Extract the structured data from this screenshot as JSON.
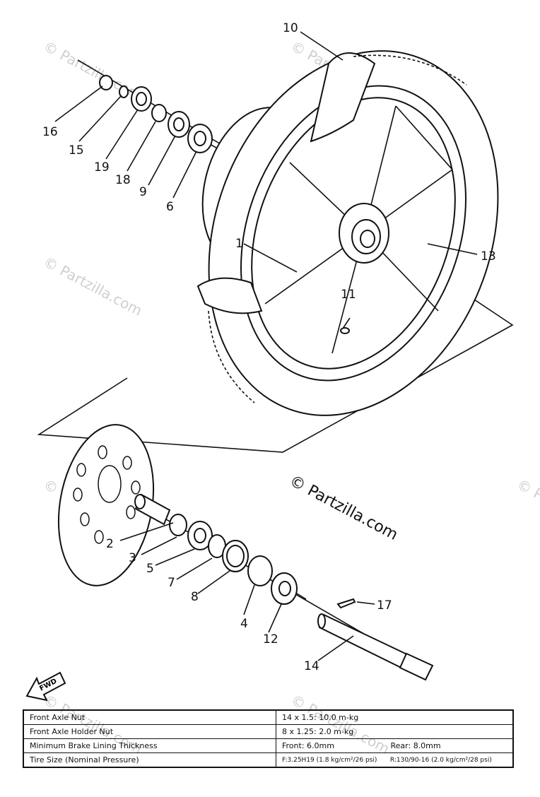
{
  "watermarks": [
    "© Partzilla.com"
  ],
  "copyright": "© Partzilla.com",
  "fwd_label": "FWD",
  "callouts": [
    "10",
    "16",
    "15",
    "19",
    "18",
    "9",
    "6",
    "1",
    "13",
    "11",
    "2",
    "3",
    "5",
    "7",
    "8",
    "4",
    "12",
    "17",
    "14"
  ],
  "specs": [
    {
      "name": "Front Axle Nut",
      "value": "14 x 1.5: 10.0 m-kg"
    },
    {
      "name": "Front Axle Holder Nut",
      "value": "8 x 1.25: 2.0 m-kg"
    },
    {
      "name": "Minimum Brake Lining Thickness",
      "front": "Front: 6.0mm",
      "rear": "Rear: 8.0mm"
    },
    {
      "name": "Tire Size (Nominal Pressure)",
      "front": "F:3.25H19 (1.8 kg/cm²/26 psi)",
      "rear": "R:130/90-16 (2.0 kg/cm²/28 psi)"
    }
  ]
}
